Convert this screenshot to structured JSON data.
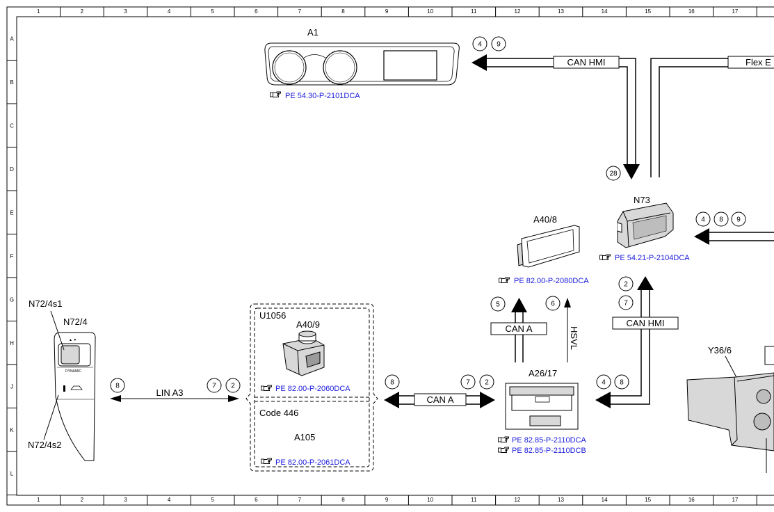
{
  "grid": {
    "columns": [
      "1",
      "2",
      "3",
      "4",
      "5",
      "6",
      "7",
      "8",
      "9",
      "10",
      "11",
      "12",
      "13",
      "14",
      "15",
      "16",
      "17"
    ],
    "rows": [
      "A",
      "B",
      "C",
      "D",
      "E",
      "F",
      "G",
      "H",
      "J",
      "K",
      "L"
    ]
  },
  "components": {
    "a1": {
      "label": "A1",
      "ref": "PE 54.30-P-2101DCA"
    },
    "n73": {
      "label": "N73",
      "ref": "PE 54.21-P-2104DCA"
    },
    "a40_8": {
      "label": "A40/8",
      "ref": "PE 82.00-P-2080DCA"
    },
    "a26_17": {
      "label": "A26/17",
      "ref1": "PE 82.85-P-2110DCA",
      "ref2": "PE 82.85-P-2110DCB"
    },
    "n72_4": {
      "label": "N72/4",
      "s1": "N72/4s1",
      "s2": "N72/4s2",
      "button_text": "DYNAMIC"
    },
    "u1056": {
      "label": "U1056"
    },
    "a40_9": {
      "label": "A40/9",
      "ref": "PE 82.00-P-2060DCA"
    },
    "code446": {
      "label": "Code 446"
    },
    "a105": {
      "label": "A105",
      "ref": "PE 82.00-P-2061DCA"
    },
    "y36_6": {
      "label": "Y36/6"
    }
  },
  "signals": {
    "can_hmi_top": "CAN HMI",
    "flex_e": "Flex E",
    "lin_a3": "LIN A3",
    "can_a_bottom": "CAN A",
    "can_a_vertical": "CAN A",
    "hsvl": "HSVL",
    "can_hmi_vertical": "CAN HMI"
  },
  "markers": [
    {
      "id": "m-top-4",
      "text": "4"
    },
    {
      "id": "m-top-9",
      "text": "9"
    },
    {
      "id": "m-28",
      "text": "28"
    },
    {
      "id": "m-n73-4",
      "text": "4"
    },
    {
      "id": "m-n73-8",
      "text": "8"
    },
    {
      "id": "m-n73-9",
      "text": "9"
    },
    {
      "id": "m-5",
      "text": "5"
    },
    {
      "id": "m-6",
      "text": "6"
    },
    {
      "id": "m-v-2",
      "text": "2"
    },
    {
      "id": "m-v-7",
      "text": "7"
    },
    {
      "id": "m-lin-8",
      "text": "8"
    },
    {
      "id": "m-lin-7",
      "text": "7"
    },
    {
      "id": "m-lin-2",
      "text": "2"
    },
    {
      "id": "m-cana-8",
      "text": "8"
    },
    {
      "id": "m-cana-7",
      "text": "7"
    },
    {
      "id": "m-cana-2",
      "text": "2"
    },
    {
      "id": "m-a26-4",
      "text": "4"
    },
    {
      "id": "m-a26-8",
      "text": "8"
    }
  ],
  "ref_icon": "hand-pointer-icon"
}
